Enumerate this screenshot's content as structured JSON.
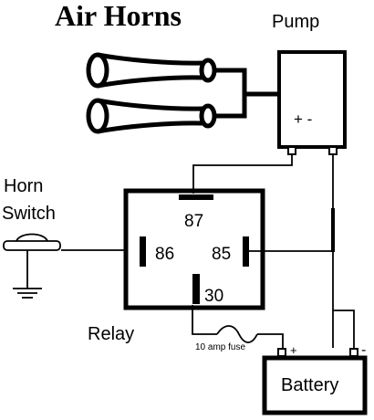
{
  "title": "Air Horns",
  "pump": {
    "label": "Pump",
    "terminals": "+ -"
  },
  "horn_switch": {
    "line1": "Horn",
    "line2": "Switch"
  },
  "relay": {
    "label": "Relay",
    "pins": {
      "p87": "87",
      "p86": "86",
      "p85": "85",
      "p30": "30"
    }
  },
  "fuse": {
    "label": "10 amp fuse"
  },
  "battery": {
    "label": "Battery",
    "plus": "+",
    "minus": "-"
  },
  "colors": {
    "ink": "#000000",
    "background": "#ffffff"
  }
}
